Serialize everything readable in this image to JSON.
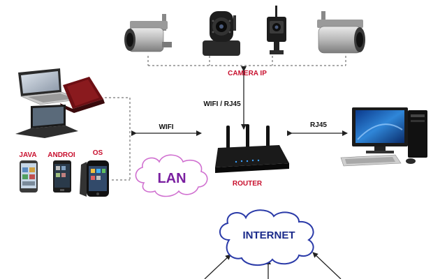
{
  "labels": {
    "camera_ip": "CAMERA IP",
    "wifi_rj45": "WIFI / RJ45",
    "wifi": "WIFI",
    "rj45": "RJ45",
    "router": "ROUTER",
    "lan": "LAN",
    "internet": "INTERNET",
    "phone_java": "JAVA",
    "phone_android": "ANDROI",
    "phone_ios": "OS"
  },
  "colors": {
    "accent_red": "#c8102e",
    "lan_text": "#7a1fa0",
    "lan_cloud_stroke": "#d070d0",
    "internet_text": "#1a2a8a",
    "internet_cloud_stroke": "#2a3aa8",
    "dashed_line": "#555555",
    "arrow": "#222222"
  }
}
